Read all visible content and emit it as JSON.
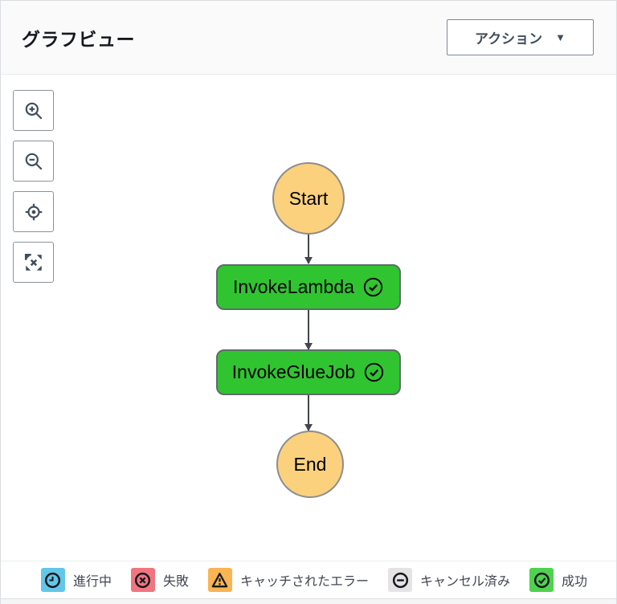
{
  "header": {
    "title": "グラフビュー",
    "actions_label": "アクション"
  },
  "icons": {
    "caret_down": "▼"
  },
  "toolbar": {
    "buttons": [
      {
        "name": "zoom-in"
      },
      {
        "name": "zoom-out"
      },
      {
        "name": "center-view"
      },
      {
        "name": "fullscreen"
      }
    ]
  },
  "graph": {
    "nodes": [
      {
        "id": "Start",
        "type": "start",
        "label": "Start",
        "fill": "#fbd17e",
        "border": "#8d8d8d"
      },
      {
        "id": "InvokeLambda",
        "type": "task",
        "label": "InvokeLambda",
        "status": "succeeded",
        "fill": "#31c431",
        "border": "#5f6b6b"
      },
      {
        "id": "InvokeGlueJob",
        "type": "task",
        "label": "InvokeGlueJob",
        "status": "succeeded",
        "fill": "#31c431",
        "border": "#5f6b6b"
      },
      {
        "id": "End",
        "type": "end",
        "label": "End",
        "fill": "#fbd17e",
        "border": "#8d8d8d"
      }
    ],
    "edges": [
      [
        "Start",
        "InvokeLambda"
      ],
      [
        "InvokeLambda",
        "InvokeGlueJob"
      ],
      [
        "InvokeGlueJob",
        "End"
      ]
    ]
  },
  "legend": {
    "items": [
      {
        "label": "進行中",
        "icon": "clock-icon",
        "color": "#63c6e9"
      },
      {
        "label": "失敗",
        "icon": "error-x-icon",
        "color": "#f1757f"
      },
      {
        "label": "キャッチされたエラー",
        "icon": "warning-triangle-icon",
        "color": "#f9b453"
      },
      {
        "label": "キャンセル済み",
        "icon": "cancelled-minus-icon",
        "color": "#e5e3e3"
      },
      {
        "label": "成功",
        "icon": "success-check-icon",
        "color": "#4fd24f"
      }
    ]
  },
  "colors": {
    "header_bg": "#fafafa",
    "panel_border": "#d9dee2",
    "divider": "#eaeded",
    "arrow": "#424650"
  }
}
